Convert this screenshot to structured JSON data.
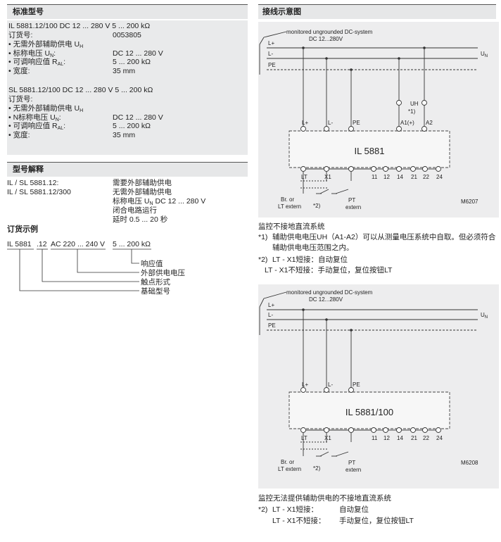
{
  "left": {
    "std_title": "标准型号",
    "il_line": "IL 5881.12/100   DC 12 ... 280 V   5 ... 200 kΩ",
    "il_order_label": "订货号:",
    "il_order_value": "0053805",
    "il_items": [
      {
        "label": "无需外部辅助供电 U",
        "sub": "H",
        "value": ""
      },
      {
        "label": "标称电压 U",
        "sub": "N",
        "value": "DC 12 ... 280 V"
      },
      {
        "label": "可调响应值 R",
        "sub": "AL",
        "value": "5 ... 200 kΩ"
      },
      {
        "label": "宽度",
        "sub": "",
        "value": "35 mm"
      }
    ],
    "sl_line": "SL 5881.12/100   DC 12 ... 280 V   5 ... 200 kΩ",
    "sl_order_label": "订货号:",
    "sl_items": [
      {
        "label": "无需外部辅助供电 U",
        "sub": "H",
        "value": ""
      },
      {
        "label": "N标称电压 U",
        "sub": "N",
        "value": "DC 12 ... 280 V"
      },
      {
        "label": "可调响应值 R",
        "sub": "AL",
        "value": "5 ... 200 kΩ"
      },
      {
        "label": "宽度",
        "sub": "",
        "value": "35 mm"
      }
    ],
    "type_title": "型号解释",
    "type_rows": [
      {
        "k": "IL / SL 5881.12:",
        "v": "需要外部辅助供电"
      },
      {
        "k": "IL / SL 5881.12/300",
        "v": "无需外部辅助供电"
      }
    ],
    "type_extra": [
      "标称电压 U",
      "N",
      " DC 12 ... 280 V",
      "闭合电路运行",
      "延时 0.5 ... 20 秒"
    ],
    "order_title": "订货示例",
    "order_example": [
      "IL 5881",
      ".12",
      "AC 220 ... 240 V",
      "5 ... 200 kΩ"
    ],
    "order_labels": [
      "响应值",
      "外部供电电压",
      "触点形式",
      "基础型号"
    ]
  },
  "right": {
    "title": "接线示意图",
    "diag1": {
      "system": "monitored ungrounded DC-system",
      "range": "DC 12...280V",
      "rails": [
        "L+",
        "L-",
        "PE"
      ],
      "un": "U",
      "un_sub": "N",
      "device": "IL 5881",
      "top_terms": [
        "L+",
        "L-",
        "PE",
        "A1(+)",
        "A2"
      ],
      "uh": "UH",
      "uh_note": "*1)",
      "bottom_terms": [
        "LT",
        "X1",
        "PT",
        "11",
        "12",
        "14",
        "21",
        "22",
        "24"
      ],
      "ext_left": [
        "Br. or",
        "LT extern"
      ],
      "ext_mark": "*2)",
      "ext_right": "extern",
      "code": "M6207"
    },
    "desc1": {
      "title": "监控不接地直流系统",
      "n1_tag": "*1)",
      "n1_a": "辅助供电电压UH（A1-A2）可以从测量电压系统中自取。但必须符合",
      "n1_b": "辅助供电电压范围之内。",
      "n2_tag": "*2)",
      "n2_a": "LT - X1短接：自动复位",
      "n2_b": "LT - X1不短接：手动复位，复位按钮LT"
    },
    "diag2": {
      "system": "monitored ungrounded DC-system",
      "range": "DC 12...280V",
      "rails": [
        "L+",
        "L-",
        "PE"
      ],
      "un": "U",
      "un_sub": "N",
      "device": "IL 5881/100",
      "top_terms": [
        "L+",
        "L-",
        "PE"
      ],
      "bottom_terms": [
        "LT",
        "X1",
        "PT",
        "11",
        "12",
        "14",
        "21",
        "22",
        "24"
      ],
      "ext_left": [
        "Br. or",
        "LT extern"
      ],
      "ext_mark": "*2)",
      "ext_right": "extern",
      "code": "M6208"
    },
    "desc2": {
      "title": "监控无法提供辅助供电的不接地直流系统",
      "n2_tag": "*2)",
      "n2_a": "LT - X1短接：",
      "n2_a2": "自动复位",
      "n2_b": "LT - X1不短接：",
      "n2_b2": "手动复位，复位按钮LT"
    }
  }
}
